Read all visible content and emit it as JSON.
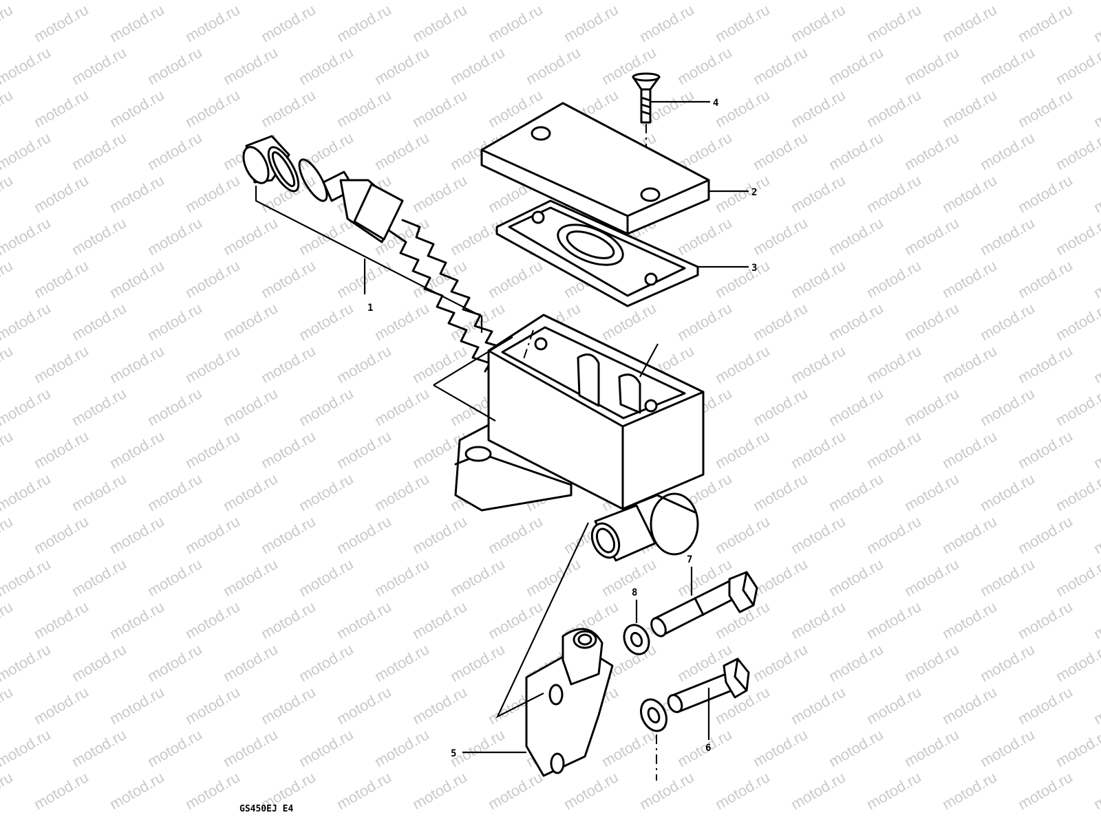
{
  "watermark": {
    "text": "motod.ru"
  },
  "callouts": [
    {
      "id": "1",
      "text": "1"
    },
    {
      "id": "2",
      "text": "2"
    },
    {
      "id": "3",
      "text": "3"
    },
    {
      "id": "4",
      "text": "4"
    },
    {
      "id": "5",
      "text": "5"
    },
    {
      "id": "6",
      "text": "6"
    },
    {
      "id": "7",
      "text": "7"
    },
    {
      "id": "8",
      "text": "8"
    }
  ],
  "figure_ref": "GS450EJ E4"
}
